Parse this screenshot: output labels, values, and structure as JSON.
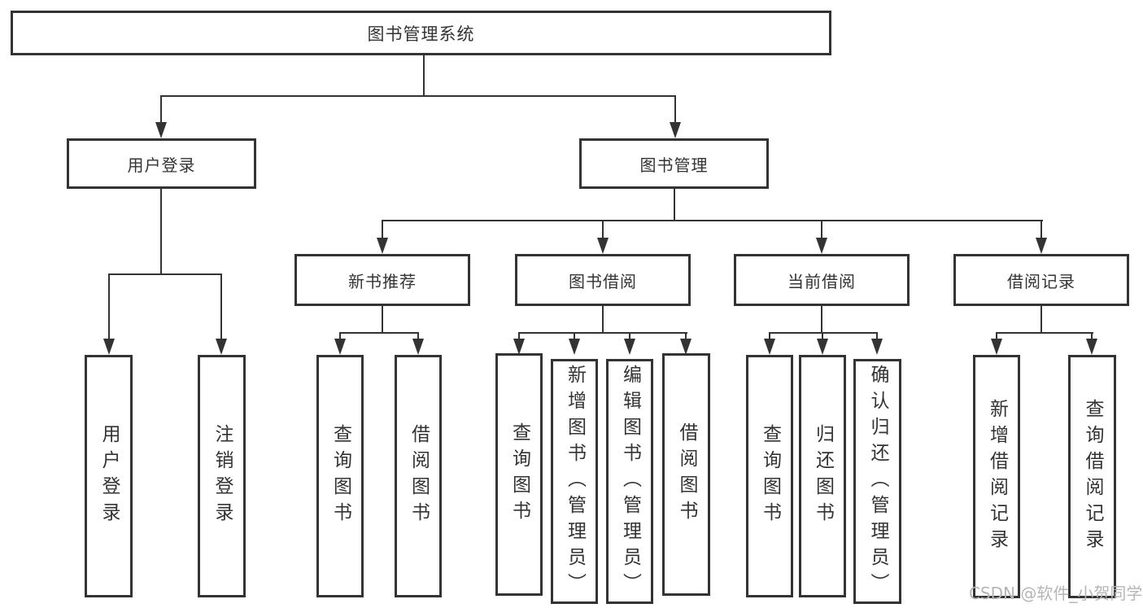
{
  "diagram": {
    "root": "图书管理系统",
    "level2": {
      "user_login": "用户登录",
      "book_management": "图书管理"
    },
    "level3": {
      "new_book": "新书推荐",
      "book_borrow": "图书借阅",
      "current_borrow": "当前借阅",
      "borrow_record": "借阅记录"
    },
    "leaves": {
      "user": [
        "用户登录",
        "注销登录"
      ],
      "new_book": [
        "查询图书",
        "借阅图书"
      ],
      "book_borrow": [
        "查询图书",
        "新增图书（管理员）",
        "编辑图书（管理员）",
        "借阅图书"
      ],
      "current_borrow": [
        "查询图书",
        "归还图书",
        "确认归还（管理员）"
      ],
      "borrow_record": [
        "新增借阅记录",
        "查询借阅记录"
      ]
    }
  },
  "watermark": "CSDN @软件_小贺同学",
  "colors": {
    "line": "#333333",
    "text": "#333333",
    "watermark": "#b5b5b5",
    "background": "#ffffff"
  }
}
